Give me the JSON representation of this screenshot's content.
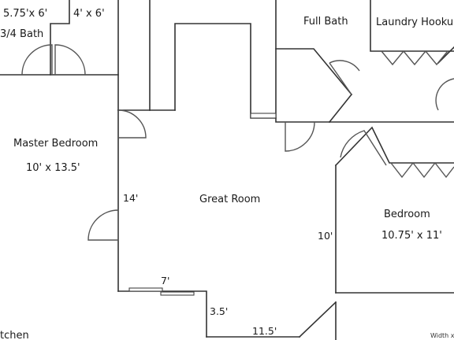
{
  "rooms": {
    "bath_small": {
      "dims": "5.75'x 6'",
      "name": "3/4 Bath"
    },
    "closet_small": {
      "dims": "4' x 6'"
    },
    "full_bath": {
      "name": "Full Bath"
    },
    "laundry": {
      "name": "Laundry Hookup"
    },
    "master_bedroom": {
      "name": "Master Bedroom",
      "dims": "10' x 13.5'"
    },
    "great_room": {
      "name": "Great Room"
    },
    "bedroom": {
      "name": "Bedroom",
      "dims": "10.75' x 11'"
    },
    "kitchen": {
      "name_fragment": "tchen"
    }
  },
  "dimensions": {
    "d_14": "14'",
    "d_10": "10'",
    "d_7": "7'",
    "d_3_5": "3.5'",
    "d_11_5": "11.5'"
  },
  "corner_note": "Width x"
}
